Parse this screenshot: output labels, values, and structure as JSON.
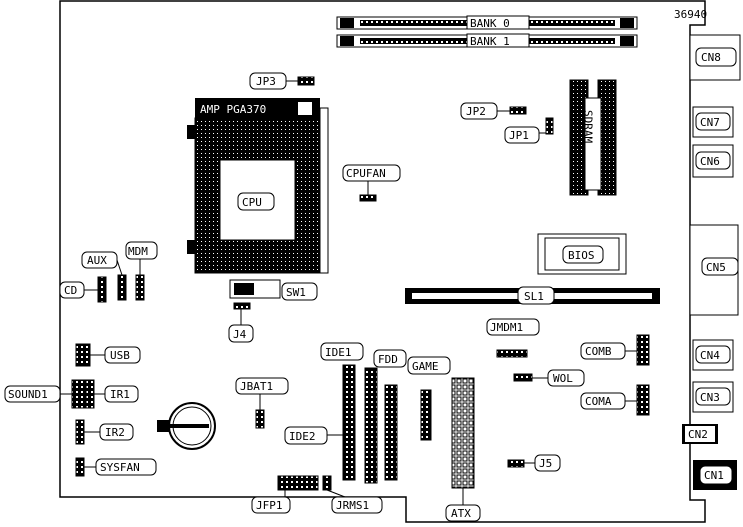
{
  "figure_id": "36940",
  "labels": {
    "bank0": "BANK 0",
    "bank1": "BANK 1",
    "cpu_socket": "AMP PGA370",
    "cpu": "CPU",
    "cpufan": "CPUFAN",
    "jp3": "JP3",
    "jp2": "JP2",
    "jp1": "JP1",
    "sdram": "SDRAM",
    "bios": "BIOS",
    "sl1": "SL1",
    "aux": "AUX",
    "mdm": "MDM",
    "cd": "CD",
    "sw1": "SW1",
    "j4": "J4",
    "usb": "USB",
    "sound1": "SOUND1",
    "ir1": "IR1",
    "ir2": "IR2",
    "sysfan": "SYSFAN",
    "jbat1": "JBAT1",
    "ide1": "IDE1",
    "ide2": "IDE2",
    "fdd": "FDD",
    "game": "GAME",
    "atx": "ATX",
    "jmdm1": "JMDM1",
    "wol": "WOL",
    "comb": "COMB",
    "coma": "COMA",
    "j5": "J5",
    "jfp1": "JFP1",
    "jrms1": "JRMS1",
    "cn8": "CN8",
    "cn7": "CN7",
    "cn6": "CN6",
    "cn5": "CN5",
    "cn4": "CN4",
    "cn3": "CN3",
    "cn2": "CN2",
    "cn1": "CN1"
  }
}
